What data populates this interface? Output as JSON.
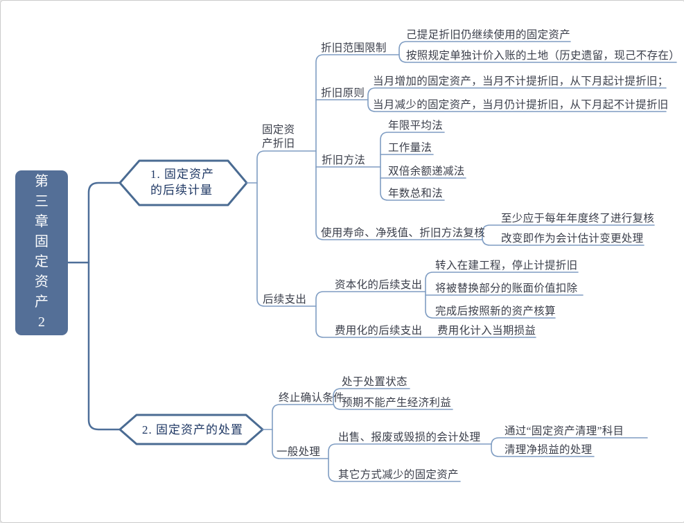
{
  "page": {
    "background": "#ffffff",
    "border_color": "#cbcbcb"
  },
  "palette": {
    "root_fill": "#546f97",
    "root_text": "#fbfcfd",
    "hexagon_border": "#4a6b92",
    "hexagon_text": "#1f3864",
    "main_line": "#4e6f99",
    "child_line": "#7e9cc2",
    "node_text": "#3a3e4a"
  },
  "root": {
    "label": "第三章固定资产2",
    "display": "第\n三\n章\n固\n定\n资\n产\n2"
  },
  "b1": {
    "label": "1. 固定资产\n的后续计量",
    "dep": {
      "label": "固定资\n产折旧",
      "scope": {
        "label": "折旧范围限制",
        "c1": "己提足折旧仍继续使用的固定资产",
        "c2": "按照规定单独计价入账的土地（历史遗留，现己不存在）"
      },
      "principle": {
        "label": "折旧原则",
        "c1": "当月增加的固定资产，当月不计提折旧，从下月起计提折旧；",
        "c2": "当月减少的固定资产，当月仍计提折旧，从下月起不计提折旧"
      },
      "methods": {
        "label": "折旧方法",
        "c1": "年限平均法",
        "c2": "工作量法",
        "c3": "双倍余额递减法",
        "c4": "年数总和法"
      },
      "review": {
        "label": "使用寿命、净残值、折旧方法复核",
        "c1": "至少应于每年年度终了进行复核",
        "c2": "改变即作为会计估计变更处理"
      }
    },
    "expense": {
      "label": "后续支出",
      "capitalized": {
        "label": "资本化的后续支出",
        "c1": "转入在建工程，停止计提折旧",
        "c2": "将被替换部分的账面价值扣除",
        "c3": "完成后按照新的资产核算"
      },
      "expensed": {
        "label": "费用化的后续支出",
        "c1": "费用化计入当期损益"
      }
    }
  },
  "b2": {
    "label": "2. 固定资产的处置",
    "derecognition": {
      "label": "终止确认条件",
      "c1": "处于处置状态",
      "c2": "预期不能产生经济利益"
    },
    "general": {
      "label": "一般处理",
      "sale": {
        "label": "出售、报废或毁损的会计处理",
        "c1": "通过“固定资产清理”科目",
        "c2": "清理净损益的处理"
      },
      "other": {
        "label": "其它方式减少的固定资产"
      }
    }
  }
}
